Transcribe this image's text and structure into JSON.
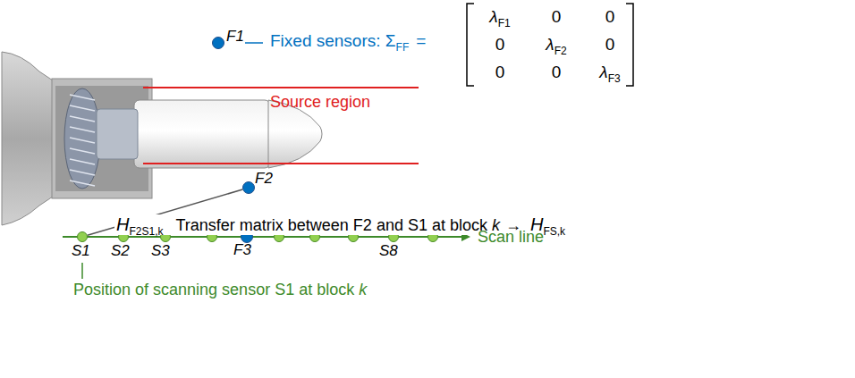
{
  "diagram": {
    "nodes": [
      {
        "text": [
          "F1"
        ]
      },
      {
        "text": [
          "F2"
        ]
      },
      {
        "text": [
          "S1"
        ]
      },
      {
        "text": [
          "S2"
        ]
      },
      {
        "text": [
          "S3"
        ]
      },
      {
        "text": [
          "F3"
        ]
      },
      {
        "text": [
          "S8"
        ]
      }
    ],
    "edges": [
      {
        "from": 1,
        "to": 2,
        "arrow": "none"
      }
    ],
    "labels": [
      "Fixed sensors: Σ",
      "FF",
      "=",
      "λ",
      "F1",
      "0",
      "0",
      "0",
      "λ",
      "F2",
      "0",
      "0",
      "0",
      "λ",
      "F3",
      "Source region",
      "H",
      "F2S1,k",
      "Transfer matrix between F2 and S1 at block",
      "k",
      "→",
      "H",
      "FS,k",
      "Scan line",
      "Position of scanning sensor S1 at block",
      "k"
    ]
  }
}
